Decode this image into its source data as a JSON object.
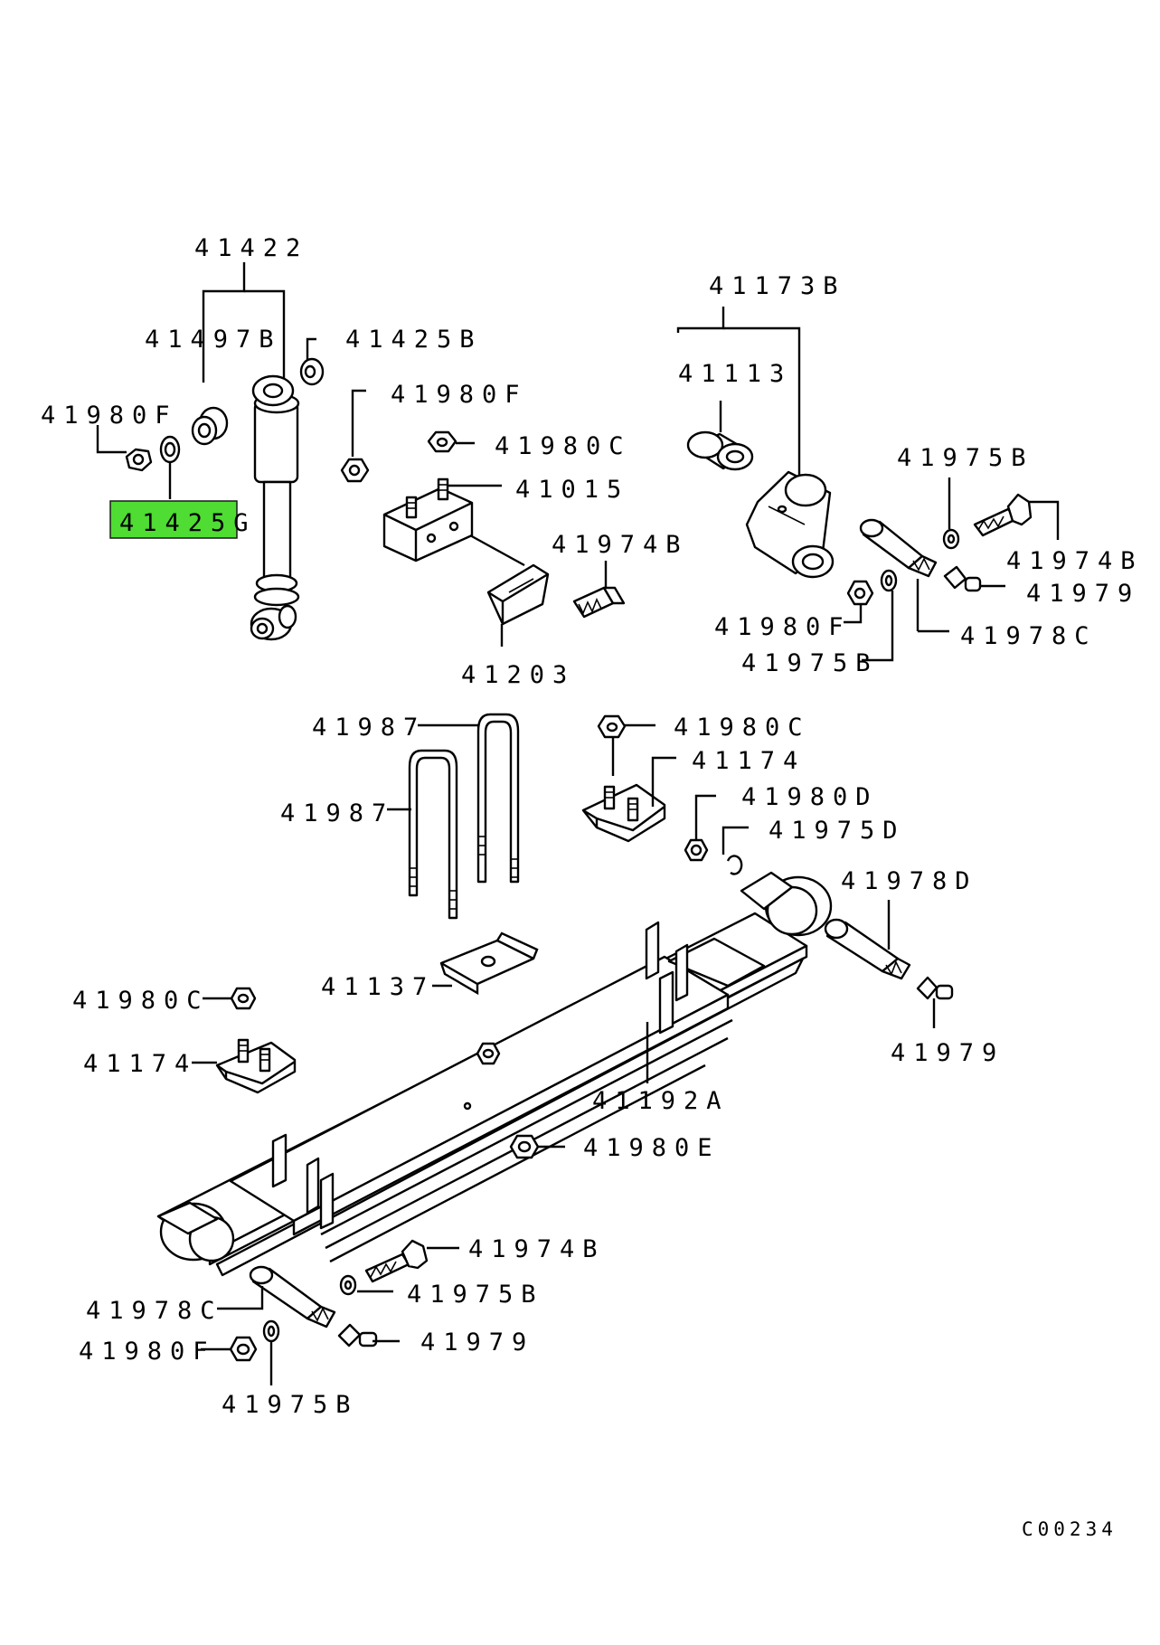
{
  "diagram_code": "C00234",
  "highlight_color": "#4fdc33",
  "highlighted_part": "41425G",
  "labels": {
    "l41422": "41422",
    "l41497B": "41497B",
    "l41425B": "41425B",
    "l41980F_top": "41980F",
    "l41425G": "41425G",
    "l41980F_mid": "41980F",
    "l41980C_top": "41980C",
    "l41015": "41015",
    "l41974B_top": "41974B",
    "l41203": "41203",
    "l41173B": "41173B",
    "l41113": "41113",
    "l41975B_r1": "41975B",
    "l41974B_r": "41974B",
    "l41979_r": "41979",
    "l41980F_r": "41980F",
    "l41978C_r": "41978C",
    "l41975B_r2": "41975B",
    "l41987_a": "41987",
    "l41987_b": "41987",
    "l41980C_m": "41980C",
    "l41174_m": "41174",
    "l41980D": "41980D",
    "l41975D": "41975D",
    "l41978D": "41978D",
    "l41979_m": "41979",
    "l41137": "41137",
    "l41980C_l": "41980C",
    "l41174_l": "41174",
    "l41192A": "41192A",
    "l41980E": "41980E",
    "l41974B_b": "41974B",
    "l41975B_b1": "41975B",
    "l41978C_b": "41978C",
    "l41979_b": "41979",
    "l41980F_b": "41980F",
    "l41975B_b2": "41975B"
  }
}
